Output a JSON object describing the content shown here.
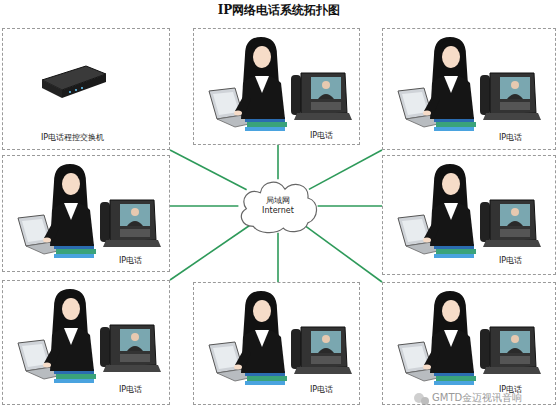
{
  "diagram": {
    "title": "IP网络电话系统拓扑图",
    "nodes": [
      {
        "text": [
          "IP电话程控交换机"
        ]
      },
      {
        "text": [
          "IP电话"
        ]
      },
      {
        "text": [
          "IP电话"
        ]
      },
      {
        "text": [
          "IP电话"
        ]
      },
      {
        "text": [
          "局域网 Internet"
        ]
      },
      {
        "text": [
          "IP电话"
        ]
      },
      {
        "text": [
          "IP电话"
        ]
      },
      {
        "text": [
          "IP电话"
        ]
      },
      {
        "text": [
          "IP电话"
        ]
      }
    ],
    "edges": [
      {
        "from": 4,
        "to": 0,
        "arrow": "none"
      },
      {
        "from": 4,
        "to": 1,
        "arrow": "none"
      },
      {
        "from": 4,
        "to": 2,
        "arrow": "none"
      },
      {
        "from": 4,
        "to": 3,
        "arrow": "none"
      },
      {
        "from": 4,
        "to": 5,
        "arrow": "none"
      },
      {
        "from": 4,
        "to": 6,
        "arrow": "none"
      },
      {
        "from": 4,
        "to": 7,
        "arrow": "none"
      },
      {
        "from": 4,
        "to": 8,
        "arrow": "none"
      }
    ],
    "labels": [
      "GMTD金迈视讯音响"
    ]
  }
}
